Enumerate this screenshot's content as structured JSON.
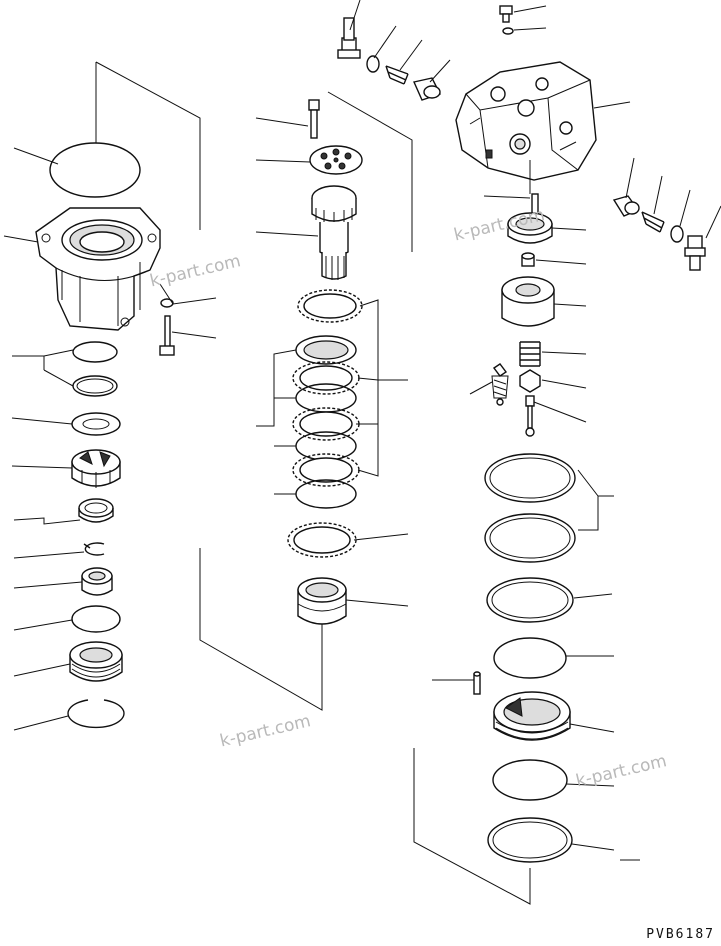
{
  "drawing_code": "PVB6187",
  "watermarks": [
    "k-part.com",
    "k-part.com",
    "k-part.com",
    "k-part.com"
  ]
}
